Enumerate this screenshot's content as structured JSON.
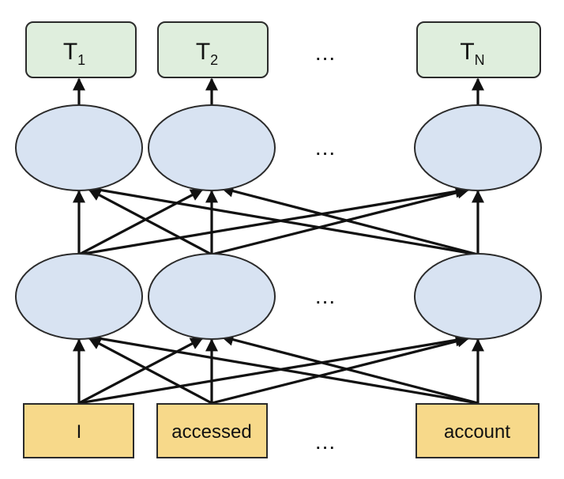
{
  "outputs": [
    {
      "main": "T",
      "sub": "1"
    },
    {
      "main": "T",
      "sub": "2"
    },
    {
      "main": "T",
      "sub": "N"
    }
  ],
  "inputs": [
    "I",
    "accessed",
    "account"
  ],
  "ellipsis": "...",
  "colors": {
    "output_fill": "#dfeedd",
    "input_fill": "#f7d98a",
    "node_fill": "#d8e3f2",
    "stroke": "#2b2b2b"
  }
}
